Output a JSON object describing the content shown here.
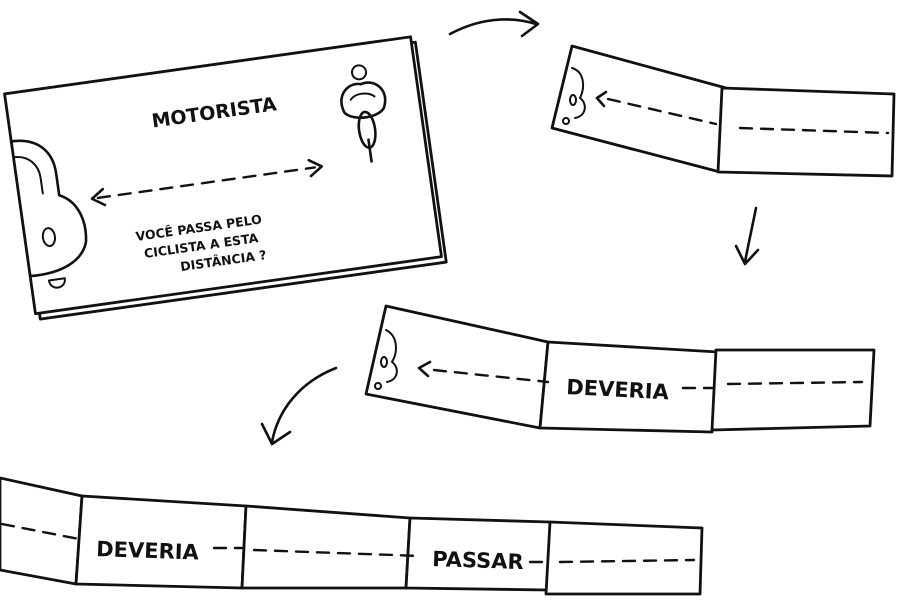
{
  "card": {
    "title": "MOTORISTA",
    "question_lines": [
      "VOCÊ PASSA PELO",
      "CICLISTA A ESTA",
      "DISTÂNCIA ?"
    ]
  },
  "strip_2": {
    "left_arrow_text": "<-"
  },
  "strip_3": {
    "word": "DEVERIA"
  },
  "strip_4": {
    "words": [
      "DEVERIA",
      "PASSAR"
    ]
  },
  "icons": [
    "car-rear-icon",
    "cyclist-icon",
    "arrow-right-icon",
    "arrow-down-icon",
    "arrow-down-left-icon"
  ]
}
